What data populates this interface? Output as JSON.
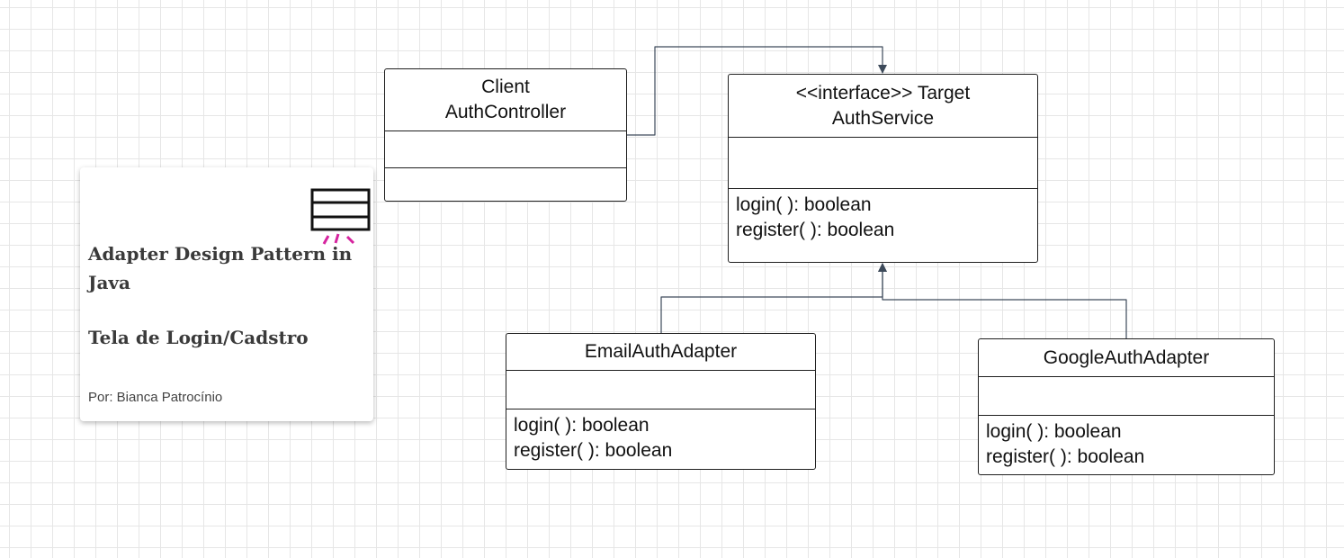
{
  "colors": {
    "line": "#1f1f1f",
    "connector": "#3d4a5a",
    "grid": "#e6e6e6",
    "note_icon_accent": "#d6249f"
  },
  "note": {
    "title": "Adapter Design Pattern in Java",
    "subtitle": "Tela de Login/Cadstro",
    "author": "Por: Bianca Patrocínio",
    "icon": "table-icon"
  },
  "classes": {
    "client": {
      "line1": "Client",
      "line2": "AuthController"
    },
    "target": {
      "line1": "<<interface>> Target",
      "line2": "AuthService",
      "methods": [
        "login( ): boolean",
        "register( ): boolean"
      ]
    },
    "email": {
      "name": "EmailAuthAdapter",
      "methods": [
        "login( ): boolean",
        "register( ): boolean"
      ]
    },
    "google": {
      "name": "GoogleAuthAdapter",
      "methods": [
        "login( ): boolean",
        "register( ): boolean"
      ]
    }
  }
}
